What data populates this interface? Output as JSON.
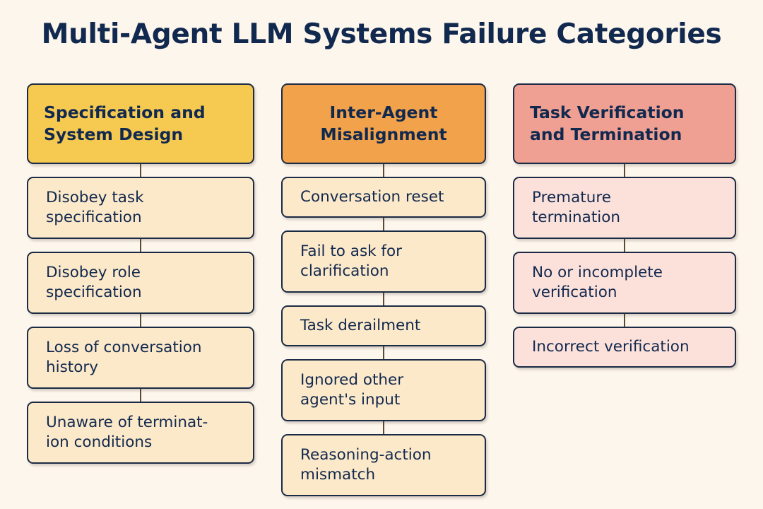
{
  "title": "Multi-Agent LLM Systems Failure Categories",
  "theme": {
    "background": "#fdf6ec",
    "text_navy": "#12294f",
    "border_navy": "#1c2b45",
    "connector": "#5a4a33"
  },
  "columns": [
    {
      "id": "specification-and-system-design",
      "header": {
        "line1": "Specification and",
        "line2": "System Design",
        "align": "left",
        "fill": "#f6c951"
      },
      "item_fill": "#fce9c9",
      "items": [
        {
          "id": "disobey-task-specification",
          "line1": "Disobey task",
          "line2": "specification"
        },
        {
          "id": "disobey-role-specification",
          "line1": "Disobey role",
          "line2": "specification"
        },
        {
          "id": "loss-of-conversation-history",
          "line1": "Loss of conversation",
          "line2": "history"
        },
        {
          "id": "unaware-of-termination-conditions",
          "line1": "Unaware of terminat-",
          "line2": "ion conditions"
        }
      ]
    },
    {
      "id": "inter-agent-misalignment",
      "header": {
        "line1": "Inter-Agent",
        "line2": "Misalignment",
        "align": "center",
        "fill": "#f5a council"
      },
      "item_fill": "#fce9c9",
      "items": [
        {
          "id": "conversation-reset",
          "line1": "Conversation reset",
          "line2": ""
        },
        {
          "id": "fail-to-ask-for-clarification",
          "line1": "Fail to ask for",
          "line2": "clarification"
        },
        {
          "id": "task-derailment",
          "line1": "Task derailment",
          "line2": ""
        },
        {
          "id": "ignored-other-agents-input",
          "line1": "Ignored other",
          "line2": "agent's input"
        },
        {
          "id": "reasoning-action-mismatch",
          "line1": "Reasoning-action",
          "line2": "mismatch"
        }
      ]
    },
    {
      "id": "task-verification-and-termination",
      "header": {
        "line1": "Task Verification",
        "line2": "and Termination",
        "align": "left",
        "fill": "#efa093"
      },
      "item_fill": "#fce1da",
      "items": [
        {
          "id": "premature-termination",
          "line1": "Premature",
          "line2": "termination"
        },
        {
          "id": "no-or-incomplete-verification",
          "line1": "No or incomplete",
          "line2": "verification"
        },
        {
          "id": "incorrect-verification",
          "line1": "Incorrect verification",
          "line2": ""
        }
      ]
    }
  ]
}
